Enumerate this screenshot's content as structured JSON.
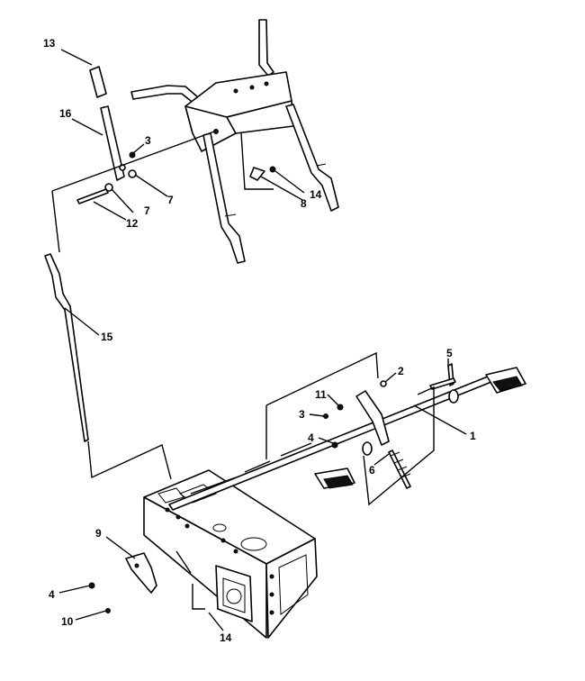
{
  "callouts": [
    {
      "id": "c13",
      "text": "13"
    },
    {
      "id": "c16",
      "text": "16"
    },
    {
      "id": "c3a",
      "text": "3"
    },
    {
      "id": "c7a",
      "text": "7"
    },
    {
      "id": "c7b",
      "text": "7"
    },
    {
      "id": "c12",
      "text": "12"
    },
    {
      "id": "c14a",
      "text": "14"
    },
    {
      "id": "c8",
      "text": "8"
    },
    {
      "id": "c15",
      "text": "15"
    },
    {
      "id": "c5",
      "text": "5"
    },
    {
      "id": "c2",
      "text": "2"
    },
    {
      "id": "c11",
      "text": "11"
    },
    {
      "id": "c3b",
      "text": "3"
    },
    {
      "id": "c1",
      "text": "1"
    },
    {
      "id": "c4a",
      "text": "4"
    },
    {
      "id": "c6",
      "text": "6"
    },
    {
      "id": "c9",
      "text": "9"
    },
    {
      "id": "c4b",
      "text": "4"
    },
    {
      "id": "c10",
      "text": "10"
    },
    {
      "id": "c14b",
      "text": "14"
    }
  ]
}
